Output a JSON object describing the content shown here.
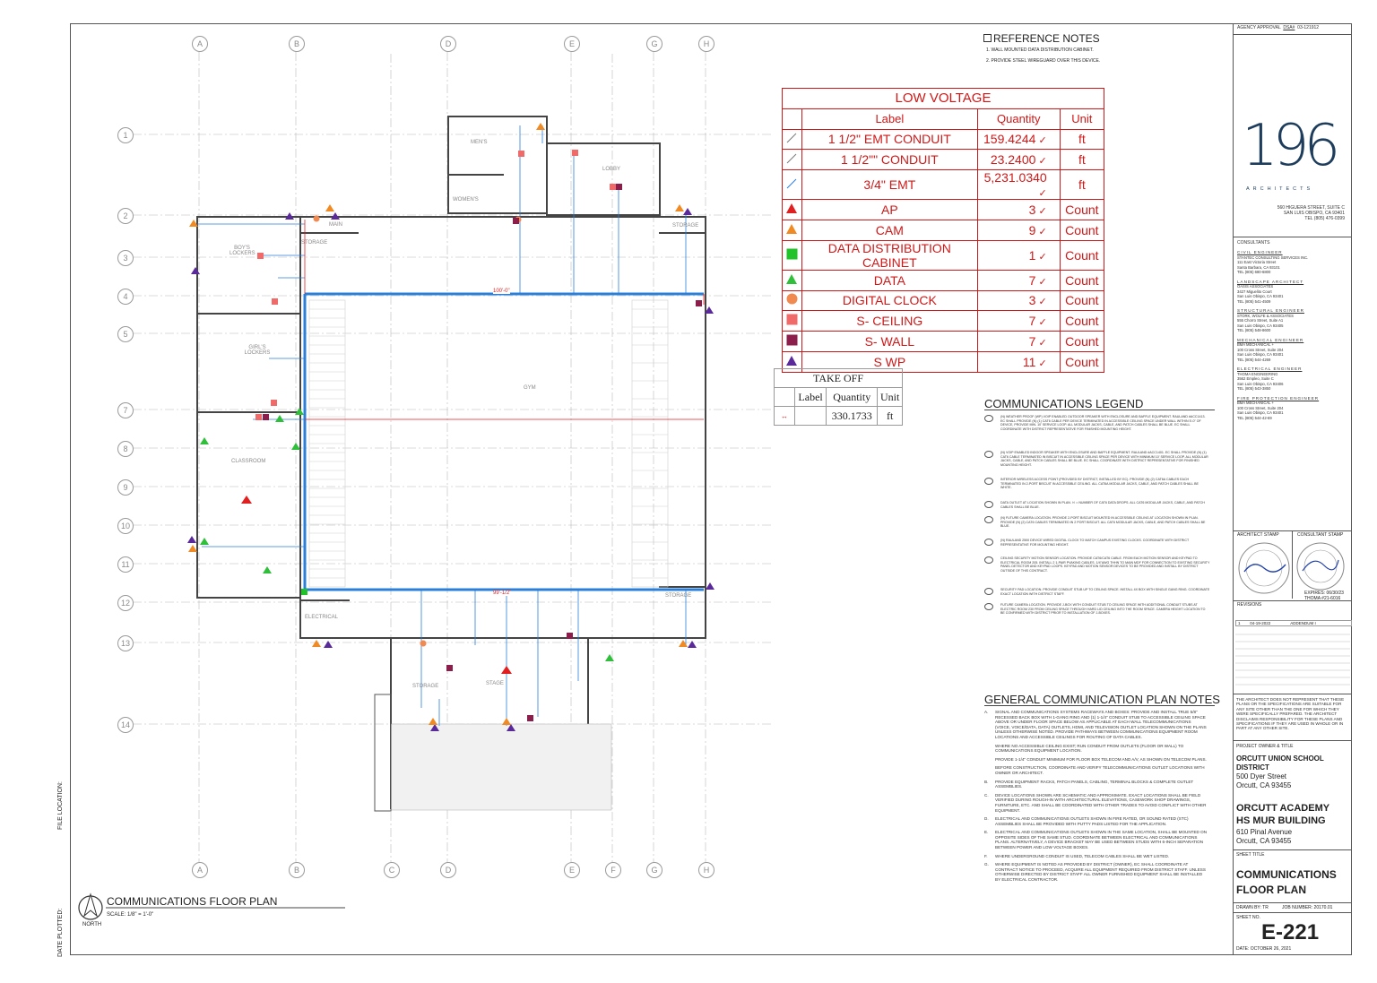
{
  "sheet_side_labels": {
    "file_location": "FILE LOCATION:",
    "date_plotted": "DATE PLOTTED:"
  },
  "grid_top": [
    "A",
    "B",
    "D",
    "E",
    "G",
    "H"
  ],
  "grid_bottom": [
    "A",
    "B",
    "C",
    "D",
    "E",
    "F",
    "G",
    "H"
  ],
  "grid_rows": [
    "1",
    "2",
    "3",
    "4",
    "5",
    "7",
    "8",
    "9",
    "10",
    "11",
    "12",
    "13",
    "14"
  ],
  "rooms": {
    "mens": "MEN'S",
    "womens": "WOMEN'S",
    "lobby": "LOBBY",
    "storage_a": "STORAGE",
    "storage_b": "STORAGE",
    "storage_c": "STORAGE",
    "storage_d": "STORAGE",
    "boys_lockers": "BOY'S LOCKERS",
    "girls_lockers": "GIRL'S LOCKERS",
    "gym": "GYM",
    "classroom": "CLASSROOM",
    "electrical": "ELECTRICAL",
    "stage": "STAGE",
    "main": "MAIN"
  },
  "dims": {
    "d1": "100'-0\"",
    "d2": "99'-1/2\""
  },
  "reference_notes": {
    "title": "REFERENCE NOTES",
    "items": [
      "1.   WALL MOUNTED DATA DISTRIBUTION CABINET.",
      "2.   PROVIDE STEEL WIREGUARD OVER THIS DEVICE."
    ]
  },
  "low_voltage": {
    "title": "LOW VOLTAGE",
    "headers": {
      "label": "Label",
      "quantity": "Quantity",
      "unit": "Unit"
    },
    "rows": [
      {
        "label": "1 1/2\" EMT CONDUIT",
        "quantity": "159.4244",
        "unit": "ft",
        "icon": "line-icon",
        "color": "#7a7a7a"
      },
      {
        "label": "1 1/2\"\" CONDUIT",
        "quantity": "23.2400",
        "unit": "ft",
        "icon": "line-icon",
        "color": "#7a7a7a"
      },
      {
        "label": "3/4\" EMT",
        "quantity": "5,231.0340",
        "unit": "ft",
        "icon": "line-icon",
        "color": "#2b7fd9"
      },
      {
        "label": "AP",
        "quantity": "3",
        "unit": "Count",
        "icon": "triangle-icon",
        "color": "#e02020"
      },
      {
        "label": "CAM",
        "quantity": "9",
        "unit": "Count",
        "icon": "triangle-icon",
        "color": "#f08a24"
      },
      {
        "label": "DATA DISTRIBUTION CABINET",
        "quantity": "1",
        "unit": "Count",
        "icon": "square-icon",
        "color": "#22c22a"
      },
      {
        "label": "DATA",
        "quantity": "7",
        "unit": "Count",
        "icon": "triangle-icon",
        "color": "#2fbf3a"
      },
      {
        "label": "DIGITAL CLOCK",
        "quantity": "3",
        "unit": "Count",
        "icon": "circle-icon",
        "color": "#f08a50"
      },
      {
        "label": "S- CEILING",
        "quantity": "7",
        "unit": "Count",
        "icon": "square-icon",
        "color": "#f06a6a"
      },
      {
        "label": "S- WALL",
        "quantity": "7",
        "unit": "Count",
        "icon": "square-icon",
        "color": "#8b1e4a"
      },
      {
        "label": "S WP",
        "quantity": "11",
        "unit": "Count",
        "icon": "triangle-icon",
        "color": "#5a2a9a"
      }
    ]
  },
  "take_off": {
    "title": "TAKE OFF",
    "headers": {
      "label": "Label",
      "quantity": "Quantity",
      "unit": "Unit"
    },
    "quantity": "330.1733",
    "unit": "ft"
  },
  "comm_legend": {
    "title": "COMMUNICATIONS LEGEND",
    "items": [
      "(N) WEATHER PROOF (WP) VOIP ENABLED OUTDOOR SPEAKER WITH ENCLOSURE AND BAFFLE EQUIPMENT. RAULAND #ACC1413. EC SHALL PROVIDE (N) (1) CAT6 CABLE PER DEVICE TERMINATED IN ACCESSIBLE CEILING SPACE UNDER WALL WITHIN 5'-0\" OF DEVICE, PROVIDE MIN. 10' SERVICE LOOP. ALL MODULAR JACKS, CABLE, AND PATCH CABLES SHALL BE BLUE. EC SHALL COORDINATE WITH DISTRICT REPRESENTATIVE FOR FINISHED MOUNTING HEIGHT.",
      "(N) VOIP ENABLED INDOOR SPEAKER WITH ENCLOSURE AND BAFFLE EQUIPMENT. RAULAND #ACC1401. EC SHALL PROVIDE (N) (1) CAT6 CABLE TERMINATED IN BISCUIT IN ACCESSIBLE CEILING SPACE PER DEVICE WITH MINIMUM 10' SERVICE LOOP. ALL MODULAR JACKS, CABLE, AND PATCH CABLES SHALL BE BLUE. EC SHALL COORDINATE WITH DISTRICT REPRESENTATIVE FOR FINISHED MOUNTING HEIGHT.",
      "INTERIOR WIRELESS ACCESS POINT (PROVIDED BY DISTRICT, INSTALLED BY EC). PROVIDE (N) (2) CAT6A CABLES EACH TERMINATED IN 2-PORT BISCUIT IN ACCESSIBLE CEILING. ALL CAT6A MODULAR JACKS, CABLE, AND PATCH CABLES SHALL BE WHITE.",
      "DATA OUTLET AT LOCATION SHOWN IN PLAN. 'n' = NUMBER OF CAT6 DATA DROPS. ALL CAT6 MODULAR JACKS, CABLE, AND PATCH CABLES SHALL BE BLUE.",
      "(N) FUTURE CAMERA LOCATION. PROVIDE 2-PORT BISCUIT MOUNTED IN ACCESSIBLE CEILING AT LOCATION SHOWN IN PLAN. PROVIDE (N) (2) CAT6 CABLES TERMINATED IN 2 PORT BISCUIT. ALL CAT6 MODULAR JACKS, CABLE, AND PATCH CABLES SHALL BE BLUE.",
      "(N) RAULAND 2500 DEVICE WIRED DIGITAL CLOCK TO MATCH CAMPUS EXISTING CLOCKS. COORDINATE WITH DISTRICT REPRESENTATIVE FOR MOUNTING HEIGHT.",
      "CEILING SECURITY MOTION SENSOR LOCATION. PROVIDE CAT6/CAT6 CABLE. FROM EACH MOTION SENSOR AND KEYPAD TO ELECTRICAL ROOM 205. INSTALL 2 1-PAIR PVAKING CABLES. 1/4\"AWG THHN TO MAIN MDF FOR CONNECTION TO EXISTING SECURITY PANEL DETECTOR AND KEYPAD LOOPS. KEYPAD AND MOTION SENSOR DEVICES TO BE PROVIDED AND INSTALL BY DISTRICT OUTSIDE OF THIS CONTRACT.",
      "SECURITY PAD LOCATION. PROVIDE CONDUIT STUB UP TO CEILING SPACE. INSTALL 4X BOX WITH SINGLE GANG RING. COORDINATE EXACT LOCATION WITH DISTRICT STAFF.",
      "FUTURE CAMERA LOCATION. PROVIDE J-BOX WITH CONDUIT STUB TO CEILING SPACE WITH ADDITIONAL CONDUIT STUBS AT ELECTRIC ROOM 230 FROM CEILING SPACE THROUGH HARD LID CEILING INTO THE ROOM SPACE. CAMERA HEIGHT LOCATION TO BE CONFIRMED WITH DISTRICT PRIOR TO INSTALLATION OF J-BOXES."
    ]
  },
  "general_notes": {
    "title": "GENERAL COMMUNICATION PLAN NOTES",
    "items": [
      {
        "k": "A.",
        "t": "SIGNAL AND COMMUNICATIONS SYSTEMS RACEWAYS AND BOXES: PROVIDE AND INSTALL TRUE 5/8\" RECESSED BACK BOX WITH 1-GANG RING AND (1) 1-1/4\" CONDUIT STUB TO ACCESSIBLE CEILING SPACE ABOVE OR UNDER FLOOR SPACE BELOW AS APPLICABLE AT EACH WALL TELECOMMUNICATIONS (VOICE, VOICE/DATA, DATA) OUTLETS, HDMI, AND TELEVISION OUTLET LOCATION SHOWN ON THE PLANS UNLESS OTHERWISE NOTED. PROVIDE PATHWAYS BETWEEN COMMUNICATIONS EQUIPMENT ROOM LOCATIONS AND ACCESSIBLE CEILINGS FOR ROUTING OF DATA CABLES."
      },
      {
        "k": "",
        "t": "WHERE NO ACCESSIBLE CEILING EXIST; RUN CONDUIT FROM OUTLETS (FLOOR OR WALL) TO COMMUNICATIONS EQUIPMENT LOCATION."
      },
      {
        "k": "",
        "t": "PROVIDE 1-1/4\" CONDUIT MINIMUM FOR FLOOR BOX TELECOM AND A/V, AS SHOWN ON TELECOM PLANS."
      },
      {
        "k": "",
        "t": "BEFORE CONSTRUCTION, COORDINATE AND VERIFY TELECOMMUNICATIONS OUTLET LOCATIONS WITH OWNER OR ARCHITECT."
      },
      {
        "k": "B.",
        "t": "PROVIDE EQUIPMENT RACKS, PATCH PANELS, CABLING, TERMINAL BLOCKS & COMPLETE OUTLET ASSEMBLIES."
      },
      {
        "k": "C.",
        "t": "DEVICE LOCATIONS SHOWN ARE SCHEMATIC AND APPROXIMATE. EXACT LOCATIONS SHALL BE FIELD VERIFIED DURING ROUGH-IN WITH ARCHITECTURAL ELEVATIONS, CASEWORK SHOP DRAWINGS, FURNITURE, ETC. AND SHALL BE COORDINATED WITH OTHER TRADES TO AVOID CONFLICT WITH OTHER EQUIPMENT."
      },
      {
        "k": "D.",
        "t": "ELECTRICAL AND COMMUNICATIONS OUTLETS SHOWN IN FIRE RATED, OR SOUND RATED (STC) ASSEMBLIES SHALL BE PROVIDED WITH PUTTY PADS LISTED FOR THE APPLICATION."
      },
      {
        "k": "E.",
        "t": "ELECTRICAL AND COMMUNICATIONS OUTLETS SHOWN IN THE SAME LOCATION, SHALL BE MOUNTED ON OPPOSITE SIDES OF THE SAME STUD. COORDINATE BETWEEN ELECTRICAL AND COMMUNICATIONS PLANS. ALTERNATIVELY, A DEVICE BRACKET MAY BE USED BETWEEN STUDS WITH 6-INCH SEPARATION BETWEEN POWER AND LOW VOLTAGE BOXES."
      },
      {
        "k": "F.",
        "t": "WHERE UNDERGROUND CONDUIT IS USED, TELECOM CABLES SHALL BE WET LISTED."
      },
      {
        "k": "G.",
        "t": "WHERE EQUIPMENT IS NOTED AS PROVIDED BY DISTRICT (OWNER), EC SHALL COORDINATE AT CONTRACT NOTICE TO PROCEED, ACQUIRE ALL EQUIPMENT REQUIRED FROM DISTRICT STAFF. UNLESS OTHERWISE DIRECTED BY DISTRICT STAFF ALL OWNER FURNISHED EQUIPMENT SHALL BE INSTALLED BY ELECTRICAL CONTRACTOR."
      }
    ]
  },
  "plan_title": {
    "title": "COMMUNICATIONS FLOOR PLAN",
    "scale": "SCALE:    1/8\" = 1'-0\"",
    "north": "NORTH"
  },
  "title_block": {
    "agency": "AGENCY APPROVAL",
    "dsa": "DSA#",
    "dsa_num": "03-121912",
    "logo_main": "196",
    "logo_sub": "ARCHITECTS",
    "address": [
      "560 HIGUERA STREET, SUITE C",
      "SAN LUIS OBISPO, CA 93401",
      "TEL (805) 476-0399"
    ],
    "consultants_label": "CONSULTANTS",
    "consultants": [
      {
        "title": "CIVIL ENGINEER",
        "lines": [
          "STANTEC CONSULTING SERVICES INC.",
          "111 East Victoria Street",
          "Santa Barbara, CA 93101",
          "TEL (805) 680-6800"
        ]
      },
      {
        "title": "LANDSCAPE ARCHITECT",
        "lines": [
          "OASIS ASSOCIATES",
          "3427 Miguelito Court",
          "San Luis Obispo, CA 93401",
          "TEL (805) 541-4509"
        ]
      },
      {
        "title": "STRUCTURAL ENGINEER",
        "lines": [
          "STORK, WOLFE & ASSOCIATES",
          "555 Chorro Street, Suite A1",
          "San Luis Obispo, CA 93405",
          "TEL (805) 548-8600"
        ]
      },
      {
        "title": "MECHANICAL ENGINEER",
        "lines": [
          "BMA MECHANICAL +",
          "100 Cross Street, Suite 204",
          "San Luis Obispo, CA 93401",
          "TEL (805) 544-4269"
        ]
      },
      {
        "title": "ELECTRICAL ENGINEER",
        "lines": [
          "THOMA ENGINEERING",
          "3562 Empleo, Suite C",
          "San Luis Obispo, CA 93406",
          "TEL (805) 543-3850"
        ]
      },
      {
        "title": "FIRE PROTECTION ENGINEER",
        "lines": [
          "BMA MECHANICAL +",
          "100 Cross Street, Suite 204",
          "San Luis Obispo, CA 93401",
          "TEL (805) 544-42-69"
        ]
      }
    ],
    "architect_stamp": "ARCHITECT STAMP",
    "consultant_stamp": "CONSULTANT STAMP",
    "expires": "EXPIRES: 06/30/23",
    "stamp_name": "THOMA #21-6016",
    "revisions_label": "REVISIONS",
    "revision": {
      "num": "1",
      "date": "04-19-2022",
      "desc": "ADDENDUM  I"
    },
    "disclaimer": "THE ARCHITECT DOES NOT REPRESENT THAT THESE PLANS OR THE SPECIFICATIONS ARE SUITABLE FOR ANY SITE OTHER THAN THE ONE FOR WHICH THEY WERE SPECIFICALLY PREPARED. THE ARCHITECT DISCLAIMS RESPONSIBILITY FOR THESE PLANS AND SPECIFICATIONS IF THEY ARE USED IN WHOLE OR IN PART AT ANY OTHER SITE.",
    "project_owner_label": "PROJECT OWNER & TITLE",
    "owner": [
      "ORCUTT UNION SCHOOL",
      "DISTRICT"
    ],
    "owner_addr": [
      "500 Dyer Street",
      "Orcutt, CA 93455"
    ],
    "project": [
      "ORCUTT ACADEMY",
      "HS MUR BUILDING"
    ],
    "project_addr": [
      "610 Pinal Avenue",
      "Orcutt, CA 93455"
    ],
    "sheet_title_label": "SHEET TITLE",
    "sheet_title": [
      "COMMUNICATIONS",
      "FLOOR PLAN"
    ],
    "drawn_by": "DRAWN BY:   TR",
    "job_number": "JOB NUMBER:  20170.01",
    "sheet_no_label": "SHEET NO.",
    "sheet_no": "E-221",
    "date": "DATE:   OCTOBER 26, 2021"
  }
}
